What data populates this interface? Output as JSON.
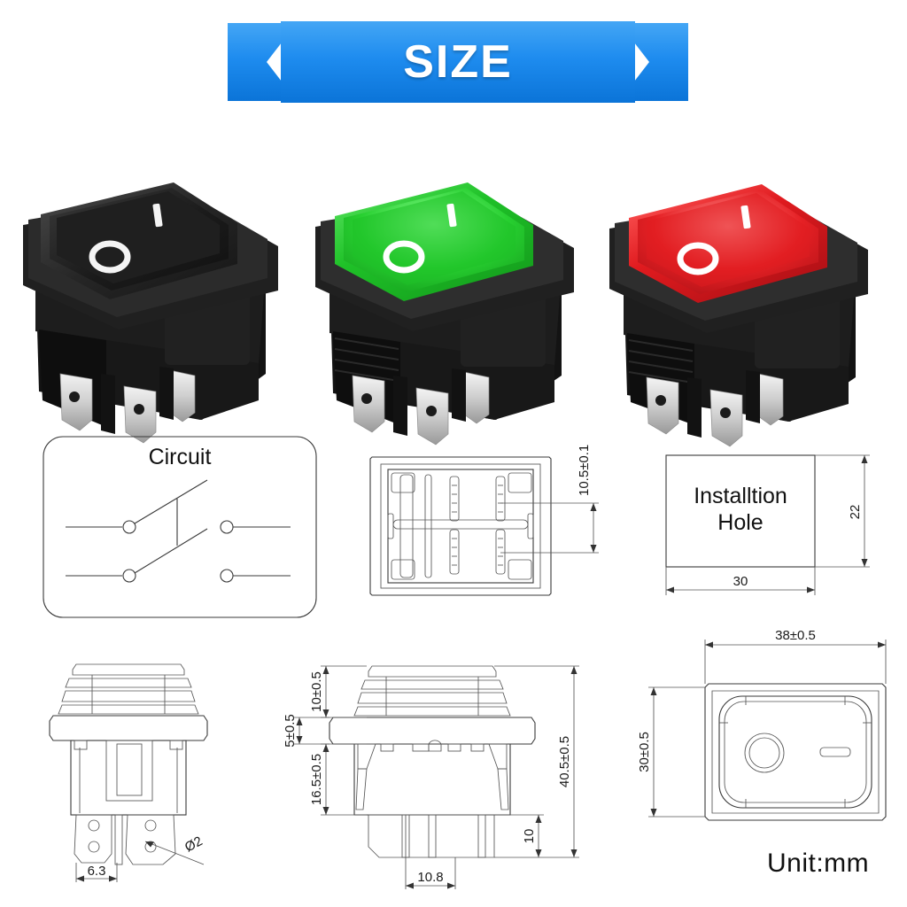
{
  "banner": {
    "label": "SIZE",
    "color_left": "#3aa0f2",
    "color_right": "#0b78de"
  },
  "products": [
    {
      "name": "black-rocker-switch",
      "color": "#1c1c1c",
      "lens_color": "#242424",
      "marking_on": "I",
      "marking_off": "O",
      "illuminated": "no"
    },
    {
      "name": "green-rocker-switch",
      "color": "#19b11f",
      "lens_color": "#21c32a",
      "marking_on": "I",
      "marking_off": "O",
      "illuminated": "yes"
    },
    {
      "name": "red-rocker-switch",
      "color": "#d7161a",
      "lens_color": "#e21b1f",
      "marking_on": "I",
      "marking_off": "O",
      "illuminated": "yes"
    }
  ],
  "drawings": {
    "circuit": {
      "title": "Circuit"
    },
    "bottom_view": {
      "dim_terminal_span": "10.5±0.1"
    },
    "installation_hole": {
      "title_line1": "Installtion",
      "title_line2": "Hole",
      "dim_width": "30",
      "dim_height": "22"
    },
    "side_view": {
      "dim_terminal_width": "6.3",
      "dim_hole_diameter": "Ø2"
    },
    "front_view": {
      "dim_bezel_top": "10±0.5",
      "dim_flange": "5±0.5",
      "dim_body": "16.5±0.5",
      "dim_total_height": "40.5±0.5",
      "dim_terminal_length": "10",
      "dim_terminal_pitch": "10.8"
    },
    "top_view": {
      "dim_width": "38±0.5",
      "dim_height": "30±0.5"
    }
  },
  "unit_label": "Unit:mm"
}
